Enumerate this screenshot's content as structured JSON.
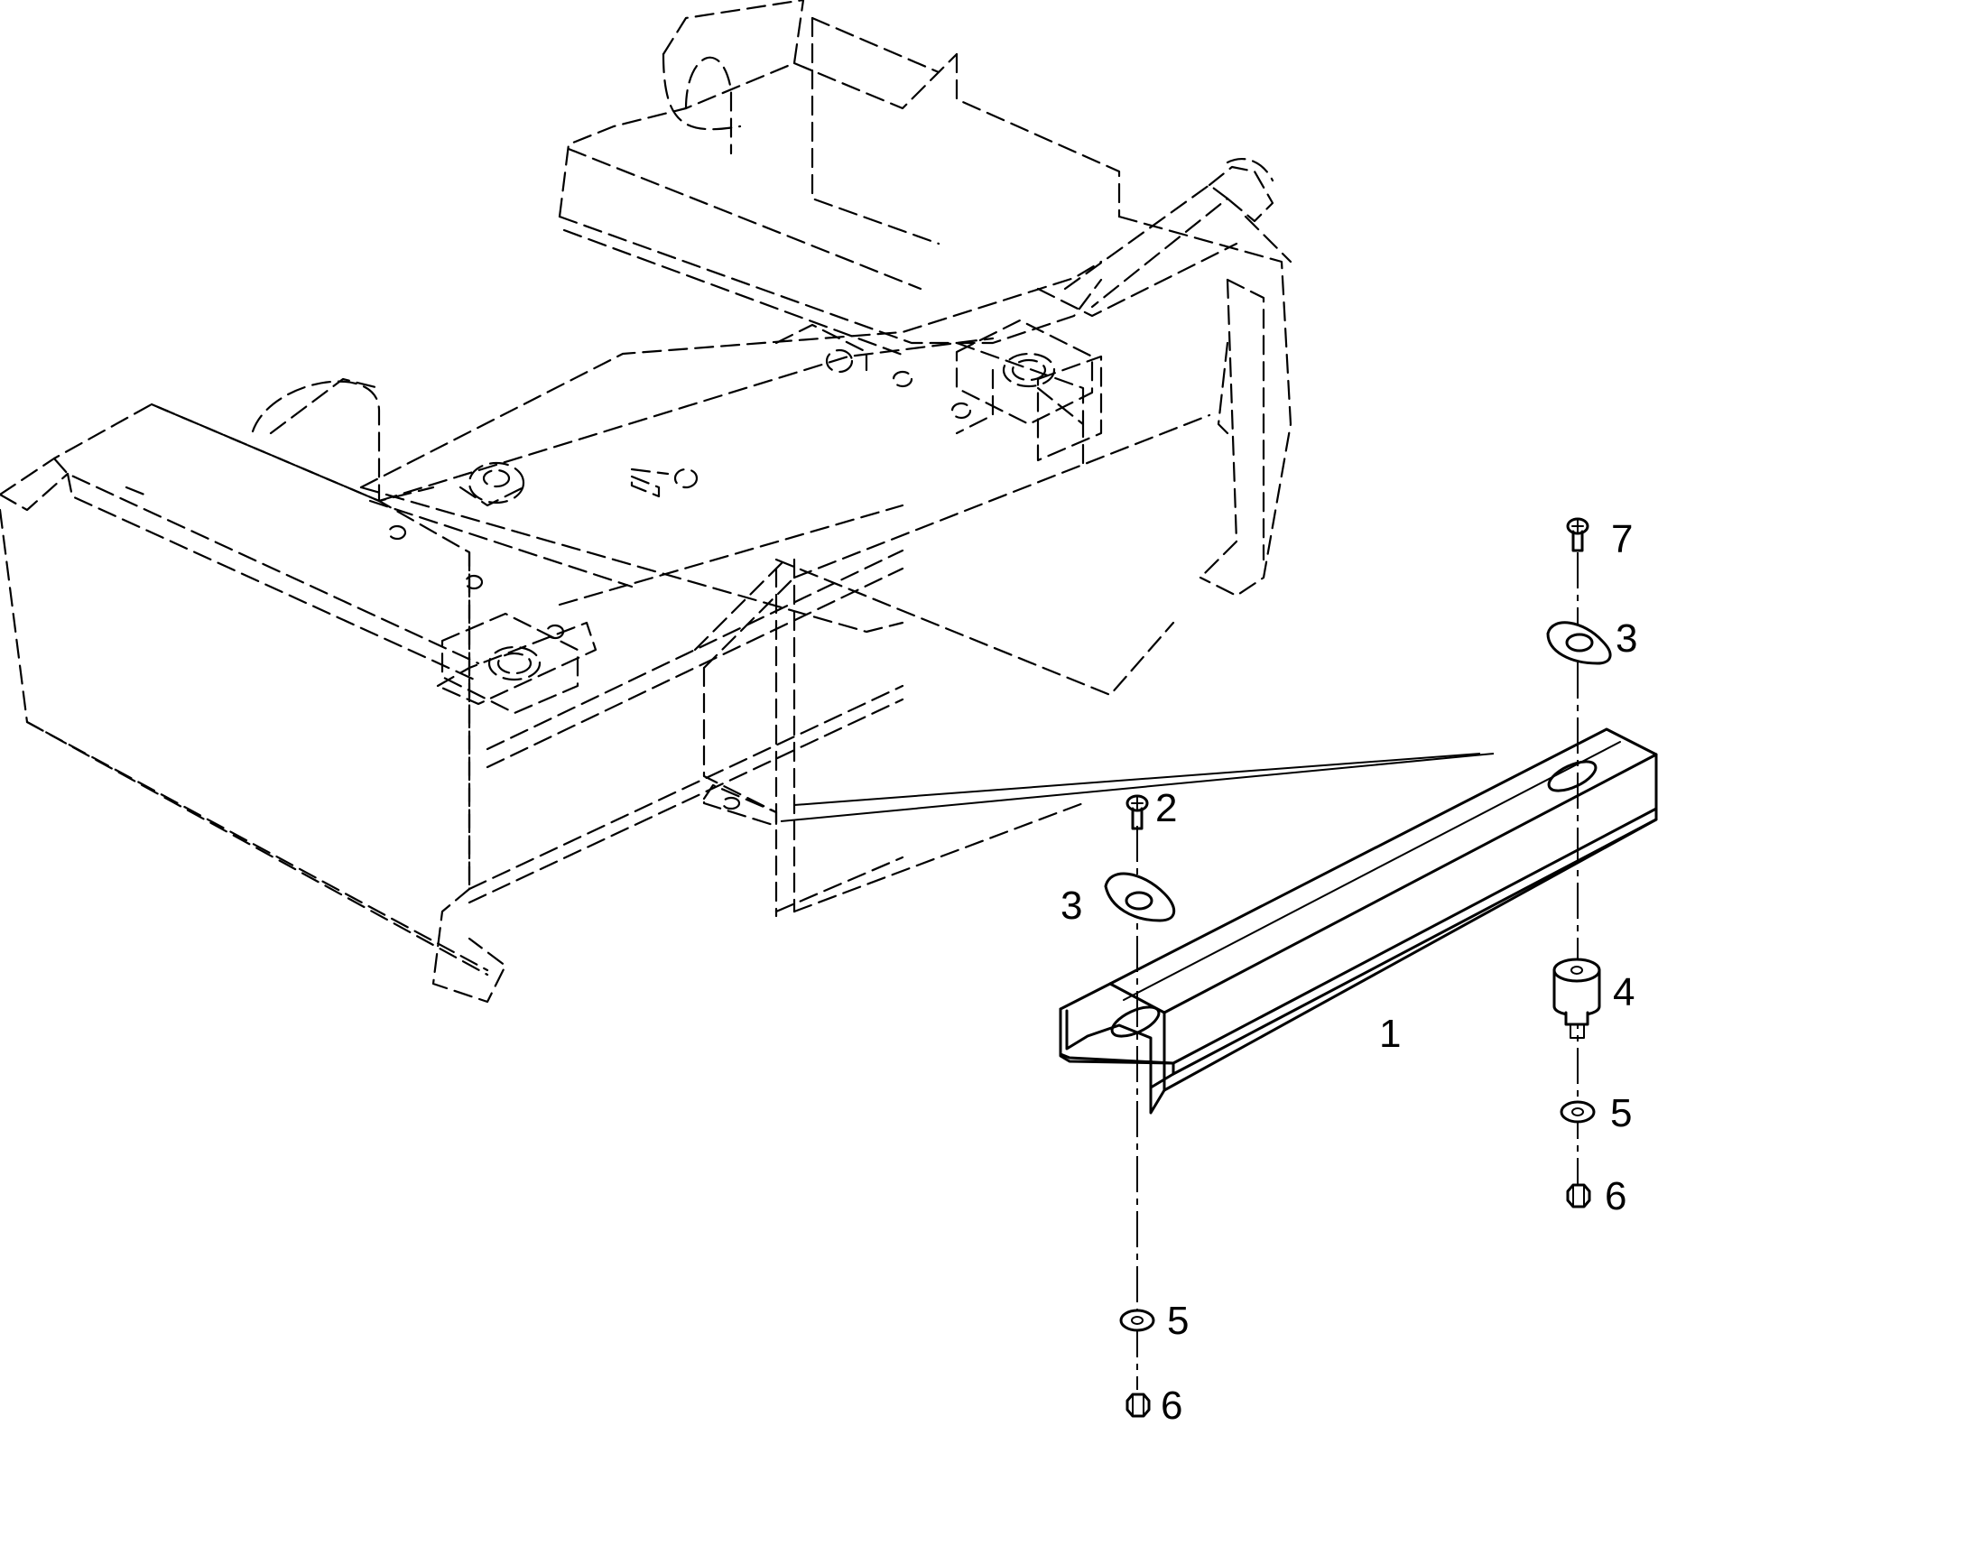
{
  "callouts": [
    {
      "id": "c1",
      "label": "1"
    },
    {
      "id": "c2",
      "label": "2"
    },
    {
      "id": "c3a",
      "label": "3"
    },
    {
      "id": "c3b",
      "label": "3"
    },
    {
      "id": "c4",
      "label": "4"
    },
    {
      "id": "c5a",
      "label": "5"
    },
    {
      "id": "c5b",
      "label": "5"
    },
    {
      "id": "c6a",
      "label": "6"
    },
    {
      "id": "c6b",
      "label": "6"
    },
    {
      "id": "c7",
      "label": "7"
    }
  ],
  "colors": {
    "line": "#000000",
    "background": "#ffffff"
  }
}
